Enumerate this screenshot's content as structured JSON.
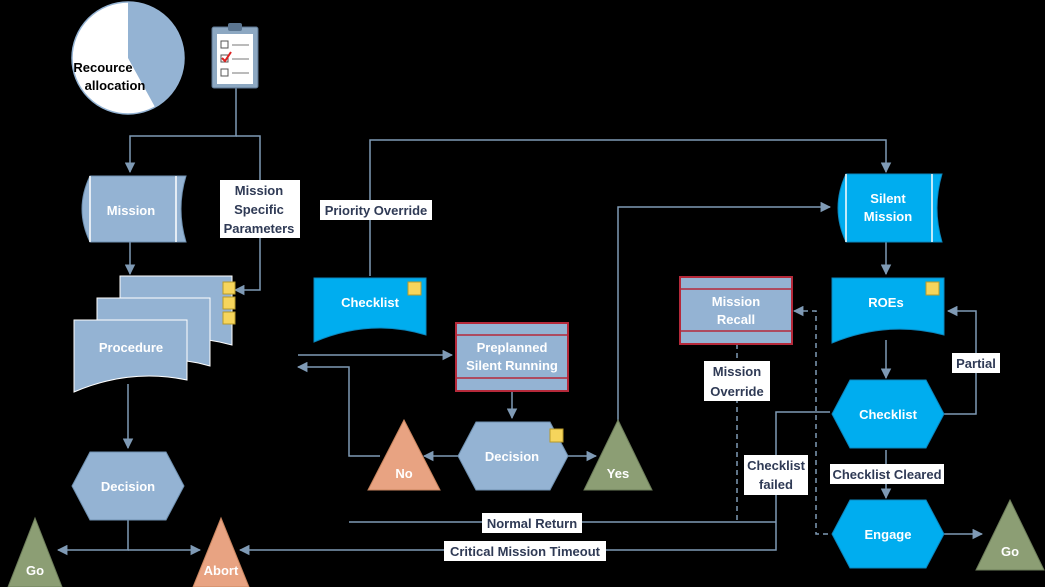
{
  "nodes": {
    "resource_allocation": [
      "Recource",
      "allocation"
    ],
    "mission": "Mission",
    "procedure": "Procedure",
    "decision_left": "Decision",
    "go_left": "Go",
    "abort": "Abort",
    "checklist_left": "Checklist",
    "preplanned": [
      "Preplanned",
      "Silent Running"
    ],
    "decision_mid": "Decision",
    "no": "No",
    "yes": "Yes",
    "mission_recall": [
      "Mission",
      "Recall"
    ],
    "silent_mission": [
      "Silent",
      "Mission"
    ],
    "roes": "ROEs",
    "checklist_right": "Checklist",
    "engage": "Engage",
    "go_right": "Go"
  },
  "edges": {
    "mission_specific": [
      "Mission",
      "Specific",
      "Parameters"
    ],
    "priority_override": "Priority Override",
    "mission_override": [
      "Mission",
      "Override"
    ],
    "partial": "Partial",
    "checklist_failed": [
      "Checklist",
      "failed"
    ],
    "checklist_cleared": "Checklist Cleared",
    "normal_return": "Normal Return",
    "critical_timeout": "Critical Mission Timeout"
  },
  "colors": {
    "grey_blue": "#94b3d3",
    "bright_blue": "#00adef",
    "sage": "#8c9e74",
    "salmon": "#e8a382",
    "recall_border": "#b5293a",
    "connector": "#7f9ab5",
    "note": "#f6d55c"
  }
}
